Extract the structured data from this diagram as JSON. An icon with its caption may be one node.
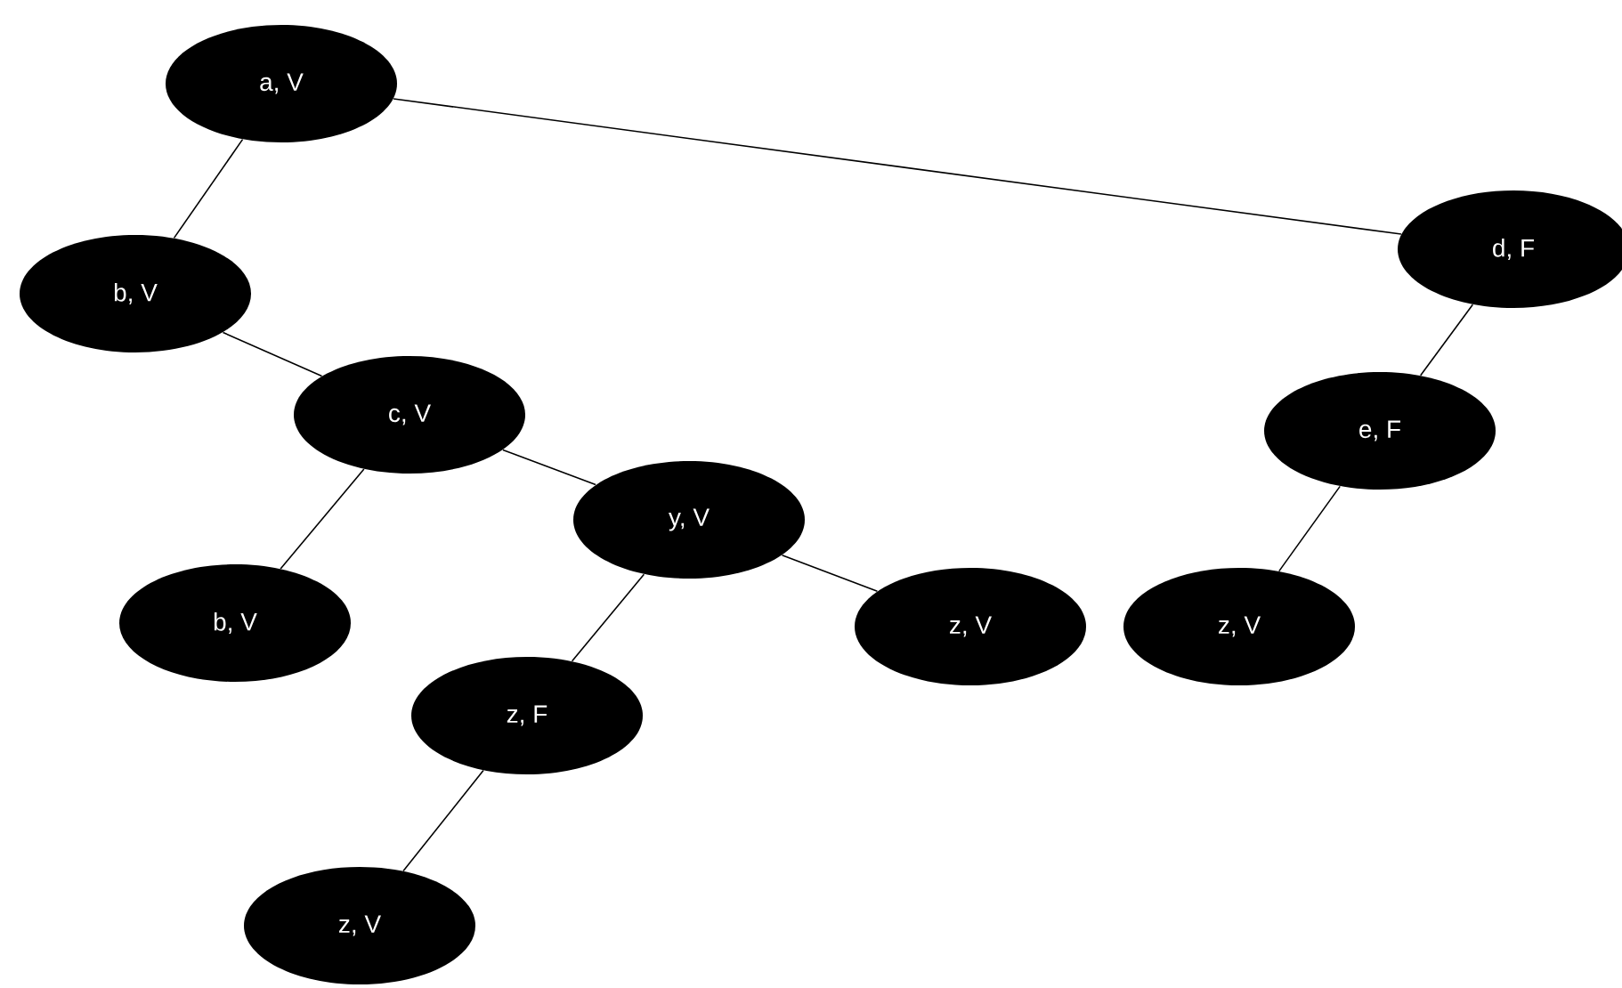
{
  "diagram": {
    "nodes": [
      {
        "text": [
          "a, V"
        ]
      },
      {
        "text": [
          "b, V"
        ]
      },
      {
        "text": [
          "c, V"
        ]
      },
      {
        "text": [
          "b, V"
        ]
      },
      {
        "text": [
          "y, V"
        ]
      },
      {
        "text": [
          "z, F"
        ]
      },
      {
        "text": [
          "z, V"
        ]
      },
      {
        "text": [
          "z, V"
        ]
      },
      {
        "text": [
          "d, F"
        ]
      },
      {
        "text": [
          "e, F"
        ]
      },
      {
        "text": [
          "z, V"
        ]
      }
    ],
    "edges": [
      {
        "from": 0,
        "to": 1,
        "arrow": "none"
      },
      {
        "from": 0,
        "to": 8,
        "arrow": "none"
      },
      {
        "from": 1,
        "to": 2,
        "arrow": "none"
      },
      {
        "from": 2,
        "to": 3,
        "arrow": "none"
      },
      {
        "from": 2,
        "to": 4,
        "arrow": "none"
      },
      {
        "from": 4,
        "to": 5,
        "arrow": "none"
      },
      {
        "from": 4,
        "to": 7,
        "arrow": "none"
      },
      {
        "from": 5,
        "to": 6,
        "arrow": "none"
      },
      {
        "from": 8,
        "to": 9,
        "arrow": "none"
      },
      {
        "from": 9,
        "to": 10,
        "arrow": "none"
      }
    ]
  }
}
